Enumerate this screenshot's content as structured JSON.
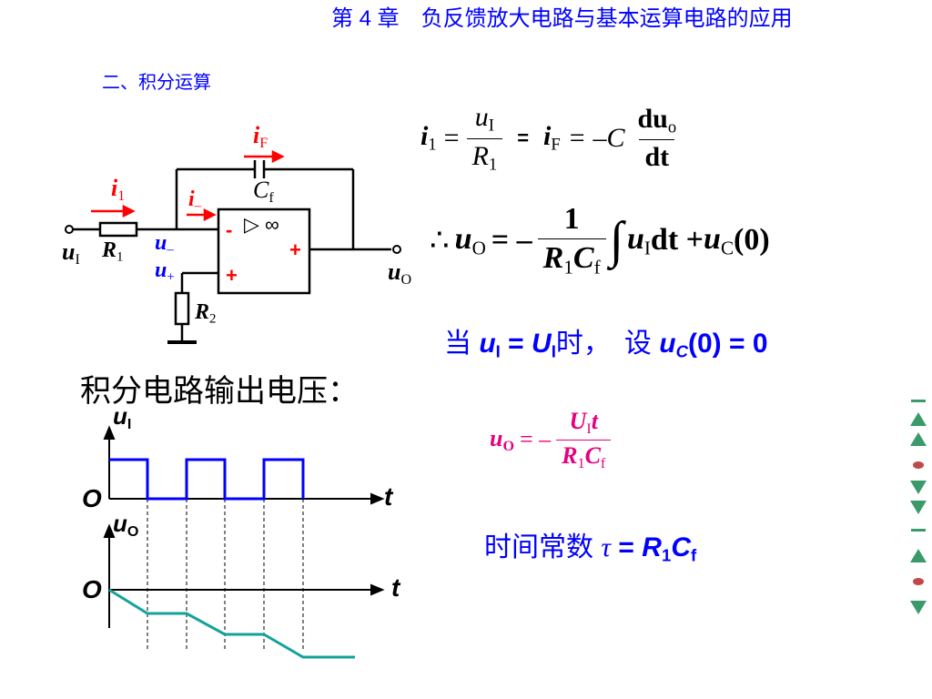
{
  "slide": {
    "title": "第 4 章　负反馈放大电路与基本运算电路的应用",
    "subtitle": "二、积分运算",
    "heading": "积分电路输出电压："
  },
  "circuit": {
    "iF": "i",
    "iF_sub": "F",
    "i1": "i",
    "i1_sub": "1",
    "i_minus": "i",
    "i_minus_sub": "–",
    "Cf": "C",
    "Cf_sub": "f",
    "uI": "u",
    "uI_sub": "I",
    "R1": "R",
    "R1_sub": "1",
    "u_minus": "u",
    "u_minus_sub": "–",
    "u_plus": "u",
    "u_plus_sub": "+",
    "R2": "R",
    "R2_sub": "2",
    "uO": "u",
    "uO_sub": "O",
    "opamp_symbol": "▷ ∞",
    "opamp_minus": "-",
    "opamp_plus_in": "+",
    "opamp_plus_out": "+"
  },
  "eq1": {
    "i": "i",
    "i_sub": "1",
    "eq": "=",
    "num": "u",
    "num_sub": "I",
    "den": "R",
    "den_sub": "1",
    "mid": "=",
    "iF": "i",
    "iF_sub": "F",
    "rhs_eq": "= –C",
    "d_num": "du",
    "d_num_sub": "o",
    "d_den": "dt"
  },
  "eq2": {
    "therefore": "∴",
    "u": "u",
    "u_sub": "O",
    "eq": "= –",
    "num": "1",
    "den_R": "R",
    "den_R_sub": "1",
    "den_C": "C",
    "den_C_sub": "f",
    "integral": "∫",
    "body_u": "u",
    "body_u_sub": "I",
    "body_dt": "dt + ",
    "body_uc": "u",
    "body_uc_sub": "C",
    "body_zero": "(0)"
  },
  "condition": {
    "when": "当 ",
    "u": "u",
    "u_sub": "I",
    "eq": " = ",
    "U": "U",
    "U_sub": "I",
    "time": "时，　设 ",
    "uc": "u",
    "uc_sub": "C",
    "zero": "(0) = 0"
  },
  "eq3": {
    "u": "u",
    "u_sub": "O",
    "eq": "= –",
    "num_U": "U",
    "num_U_sub": "I",
    "num_t": "t",
    "den_R": "R",
    "den_R_sub": "1",
    "den_C": "C",
    "den_C_sub": "f"
  },
  "tau": {
    "label": "时间常数 ",
    "symbol": "τ",
    "eq": " = ",
    "R": "R",
    "R_sub": "1",
    "C": "C",
    "C_sub": "f"
  },
  "waveforms": {
    "input_label": "u",
    "input_label_sub": "I",
    "origin1": "O",
    "t1": "t",
    "output_label": "u",
    "output_label_sub": "O",
    "origin2": "O",
    "t2": "t"
  },
  "colors": {
    "blue": "#0000ff",
    "red": "#ff0000",
    "magenta": "#e6007e",
    "teal": "#13a39a",
    "nav": "#3a9a6a"
  },
  "nav": {
    "icons": [
      "first-icon",
      "prev-icon",
      "dot-icon",
      "next-icon",
      "last-icon",
      "up-icon",
      "dot-icon",
      "down-icon"
    ]
  }
}
